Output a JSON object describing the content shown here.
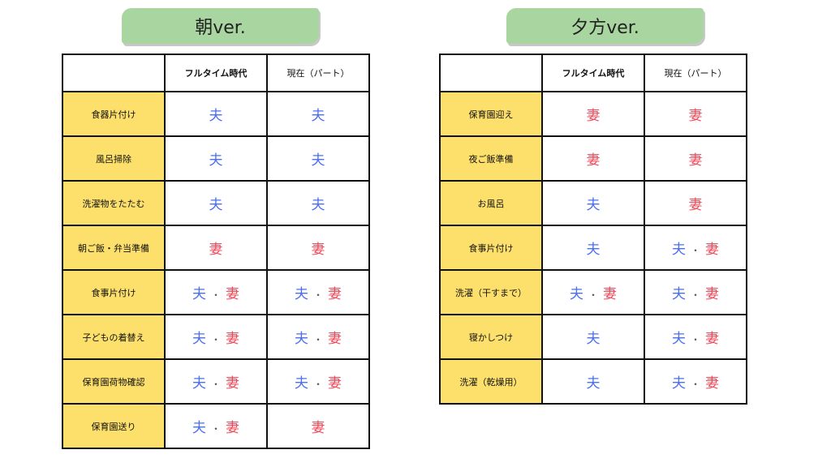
{
  "colors": {
    "husband": "#4a6ff0",
    "wife": "#f04a5a",
    "task_bg": "#fde06b",
    "banner_bg": "#a8d5a0"
  },
  "morning": {
    "title": "朝ver.",
    "headers": [
      "",
      "フルタイム時代",
      "現在（パート）"
    ],
    "rows": [
      {
        "task": "食器片付け",
        "fulltime": [
          "夫"
        ],
        "current": [
          "夫"
        ]
      },
      {
        "task": "風呂掃除",
        "fulltime": [
          "夫"
        ],
        "current": [
          "夫"
        ]
      },
      {
        "task": "洗濯物をたたむ",
        "fulltime": [
          "夫"
        ],
        "current": [
          "夫"
        ]
      },
      {
        "task": "朝ご飯・弁当準備",
        "fulltime": [
          "妻"
        ],
        "current": [
          "妻"
        ]
      },
      {
        "task": "食事片付け",
        "fulltime": [
          "夫",
          "妻"
        ],
        "current": [
          "夫",
          "妻"
        ]
      },
      {
        "task": "子どもの着替え",
        "fulltime": [
          "夫",
          "妻"
        ],
        "current": [
          "夫",
          "妻"
        ]
      },
      {
        "task": "保育園荷物確認",
        "fulltime": [
          "夫",
          "妻"
        ],
        "current": [
          "夫",
          "妻"
        ]
      },
      {
        "task": "保育園送り",
        "fulltime": [
          "夫",
          "妻"
        ],
        "current": [
          "妻"
        ]
      }
    ]
  },
  "evening": {
    "title": "夕方ver.",
    "headers": [
      "",
      "フルタイム時代",
      "現在（パート）"
    ],
    "rows": [
      {
        "task": "保育園迎え",
        "fulltime": [
          "妻"
        ],
        "current": [
          "妻"
        ]
      },
      {
        "task": "夜ご飯準備",
        "fulltime": [
          "妻"
        ],
        "current": [
          "妻"
        ]
      },
      {
        "task": "お風呂",
        "fulltime": [
          "夫"
        ],
        "current": [
          "妻"
        ]
      },
      {
        "task": "食事片付け",
        "fulltime": [
          "夫"
        ],
        "current": [
          "夫",
          "妻"
        ]
      },
      {
        "task": "洗濯（干すまで）",
        "fulltime": [
          "夫",
          "妻"
        ],
        "current": [
          "夫",
          "妻"
        ]
      },
      {
        "task": "寝かしつけ",
        "fulltime": [
          "夫"
        ],
        "current": [
          "夫",
          "妻"
        ]
      },
      {
        "task": "洗濯（乾燥用）",
        "fulltime": [
          "夫"
        ],
        "current": [
          "夫",
          "妻"
        ]
      }
    ]
  },
  "separator": "・"
}
